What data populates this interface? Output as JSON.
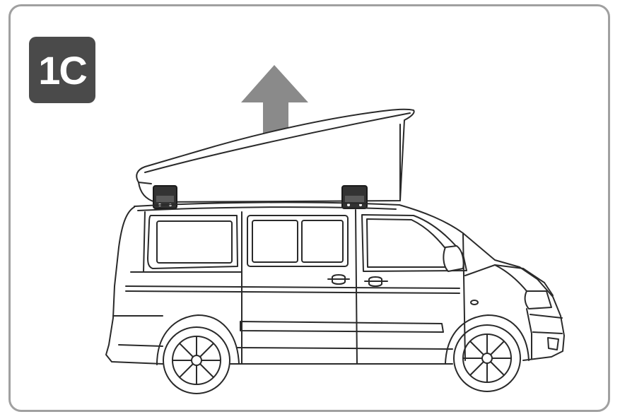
{
  "step": {
    "label": "1C"
  },
  "colors": {
    "frame_border": "#a0a0a0",
    "badge_bg": "#4a4a4a",
    "arrow": "#8a8a8a",
    "line": "#2a2a2a",
    "mount": "#333333"
  },
  "icons": [
    "up-arrow-icon",
    "camper-van-illustration",
    "roof-tent-illustration",
    "roof-mount-icon"
  ]
}
